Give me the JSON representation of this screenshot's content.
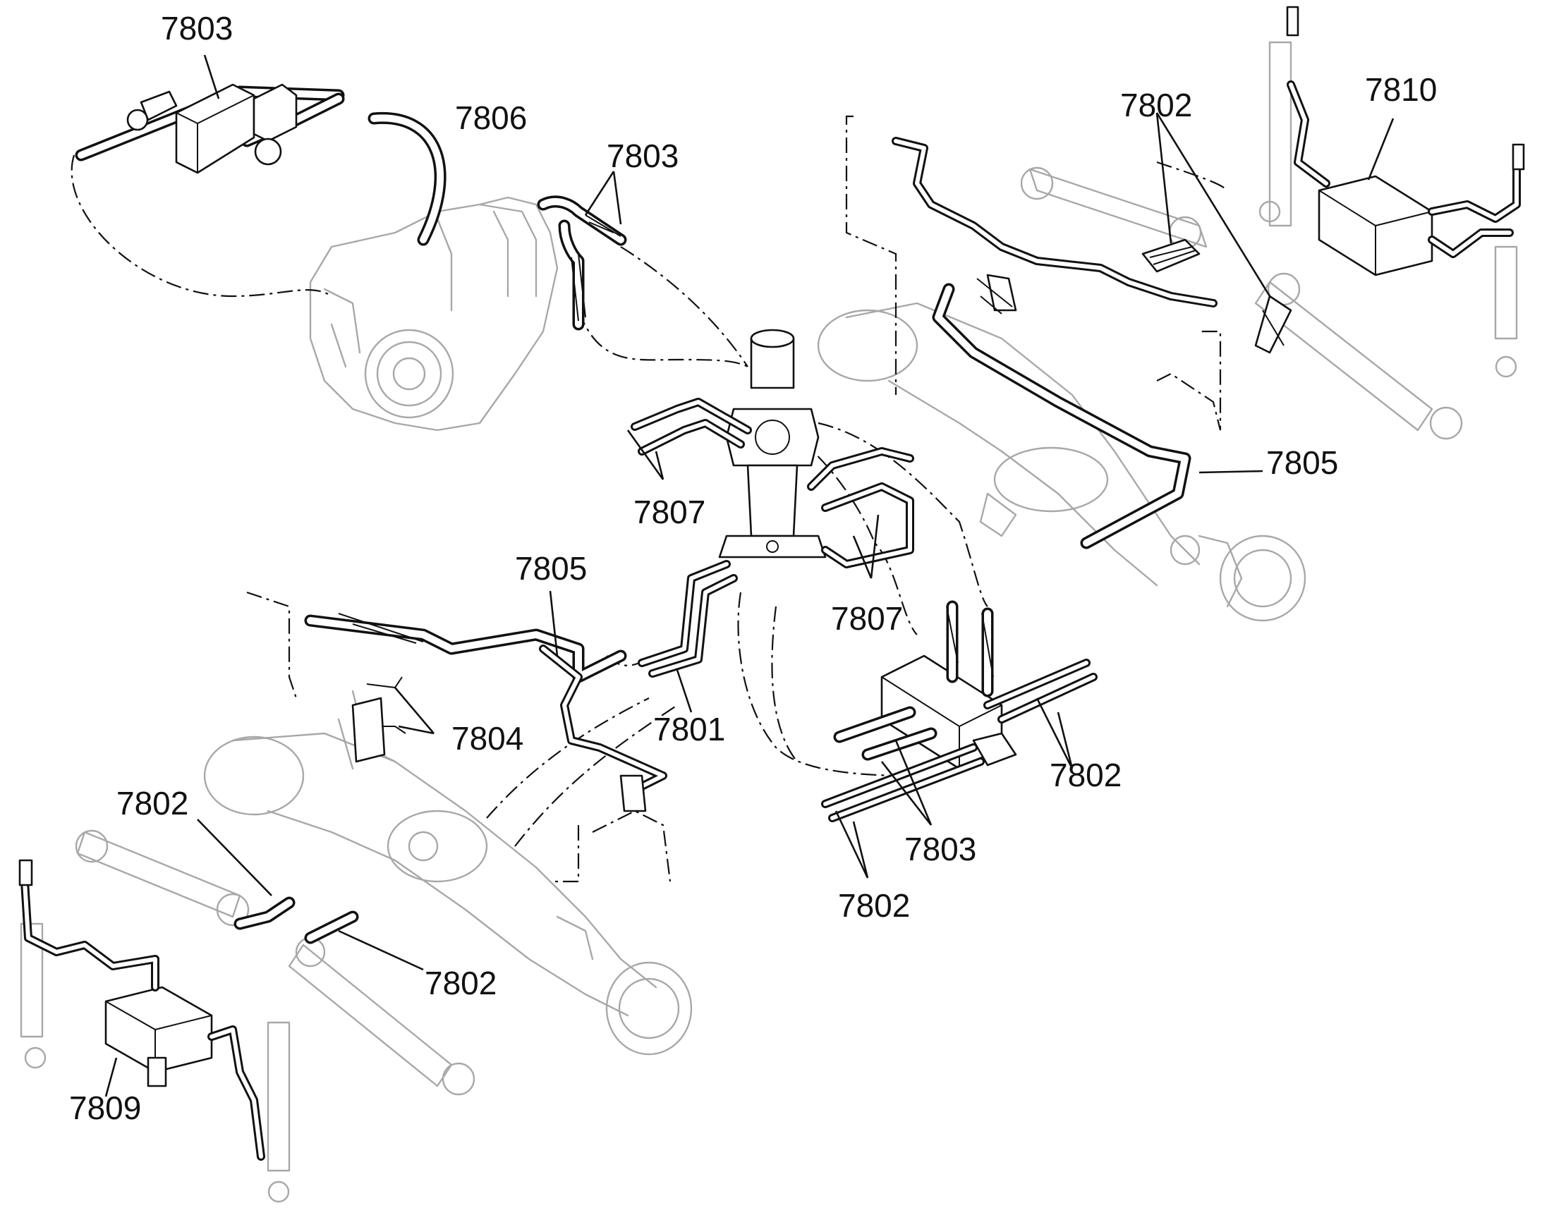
{
  "diagram": {
    "callouts": {
      "c7803_top": "7803",
      "c7806": "7806",
      "c7803_mid": "7803",
      "c7802_top": "7802",
      "c7810": "7810",
      "c7805_right": "7805",
      "c7807_left": "7807",
      "c7807_right": "7807",
      "c7805_mid": "7805",
      "c7801": "7801",
      "c7804": "7804",
      "c7802_rail": "7802",
      "c7803_low": "7803",
      "c7802_low": "7802",
      "c7802_left": "7802",
      "c7802_cyl": "7802",
      "c7809": "7809"
    }
  }
}
